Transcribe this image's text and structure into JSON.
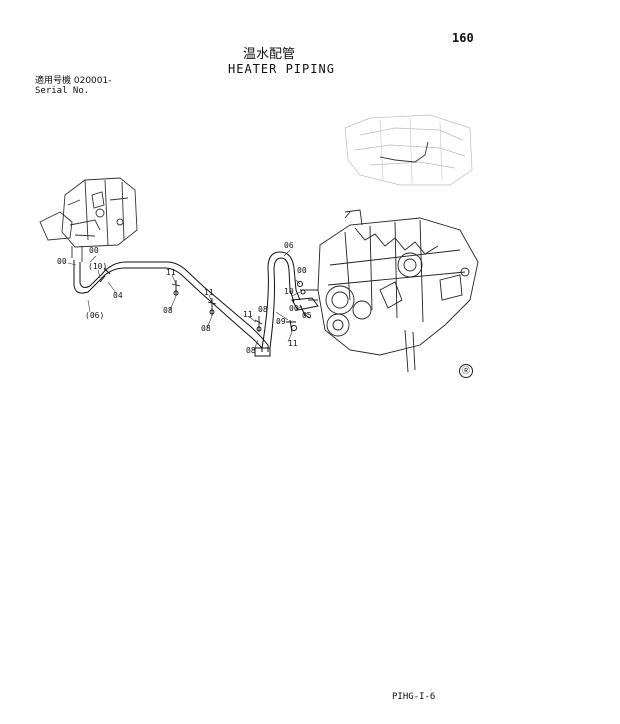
{
  "header": {
    "page_number": "160",
    "title_jp": "温水配管",
    "title_en": "HEATER PIPING",
    "serial_label_jp": "適用号機 020001-",
    "serial_label_en": "Serial No."
  },
  "callouts": [
    {
      "id": "c1",
      "text": "00"
    },
    {
      "id": "c2",
      "text": "00"
    },
    {
      "id": "c3",
      "text": "(10)"
    },
    {
      "id": "c4",
      "text": "04"
    },
    {
      "id": "c5",
      "text": "(06)"
    },
    {
      "id": "c6",
      "text": "11"
    },
    {
      "id": "c7",
      "text": "08"
    },
    {
      "id": "c8",
      "text": "11"
    },
    {
      "id": "c9",
      "text": "08"
    },
    {
      "id": "c10",
      "text": "11"
    },
    {
      "id": "c11",
      "text": "08"
    },
    {
      "id": "c12",
      "text": "06"
    },
    {
      "id": "c13",
      "text": "00"
    },
    {
      "id": "c14",
      "text": "10"
    },
    {
      "id": "c15",
      "text": "08"
    },
    {
      "id": "c16",
      "text": "00"
    },
    {
      "id": "c17",
      "text": "05"
    },
    {
      "id": "c18",
      "text": "11"
    },
    {
      "id": "c19",
      "text": "09"
    }
  ],
  "mark": "Ⓡ",
  "footer": {
    "code": "PIHG-I-6"
  }
}
